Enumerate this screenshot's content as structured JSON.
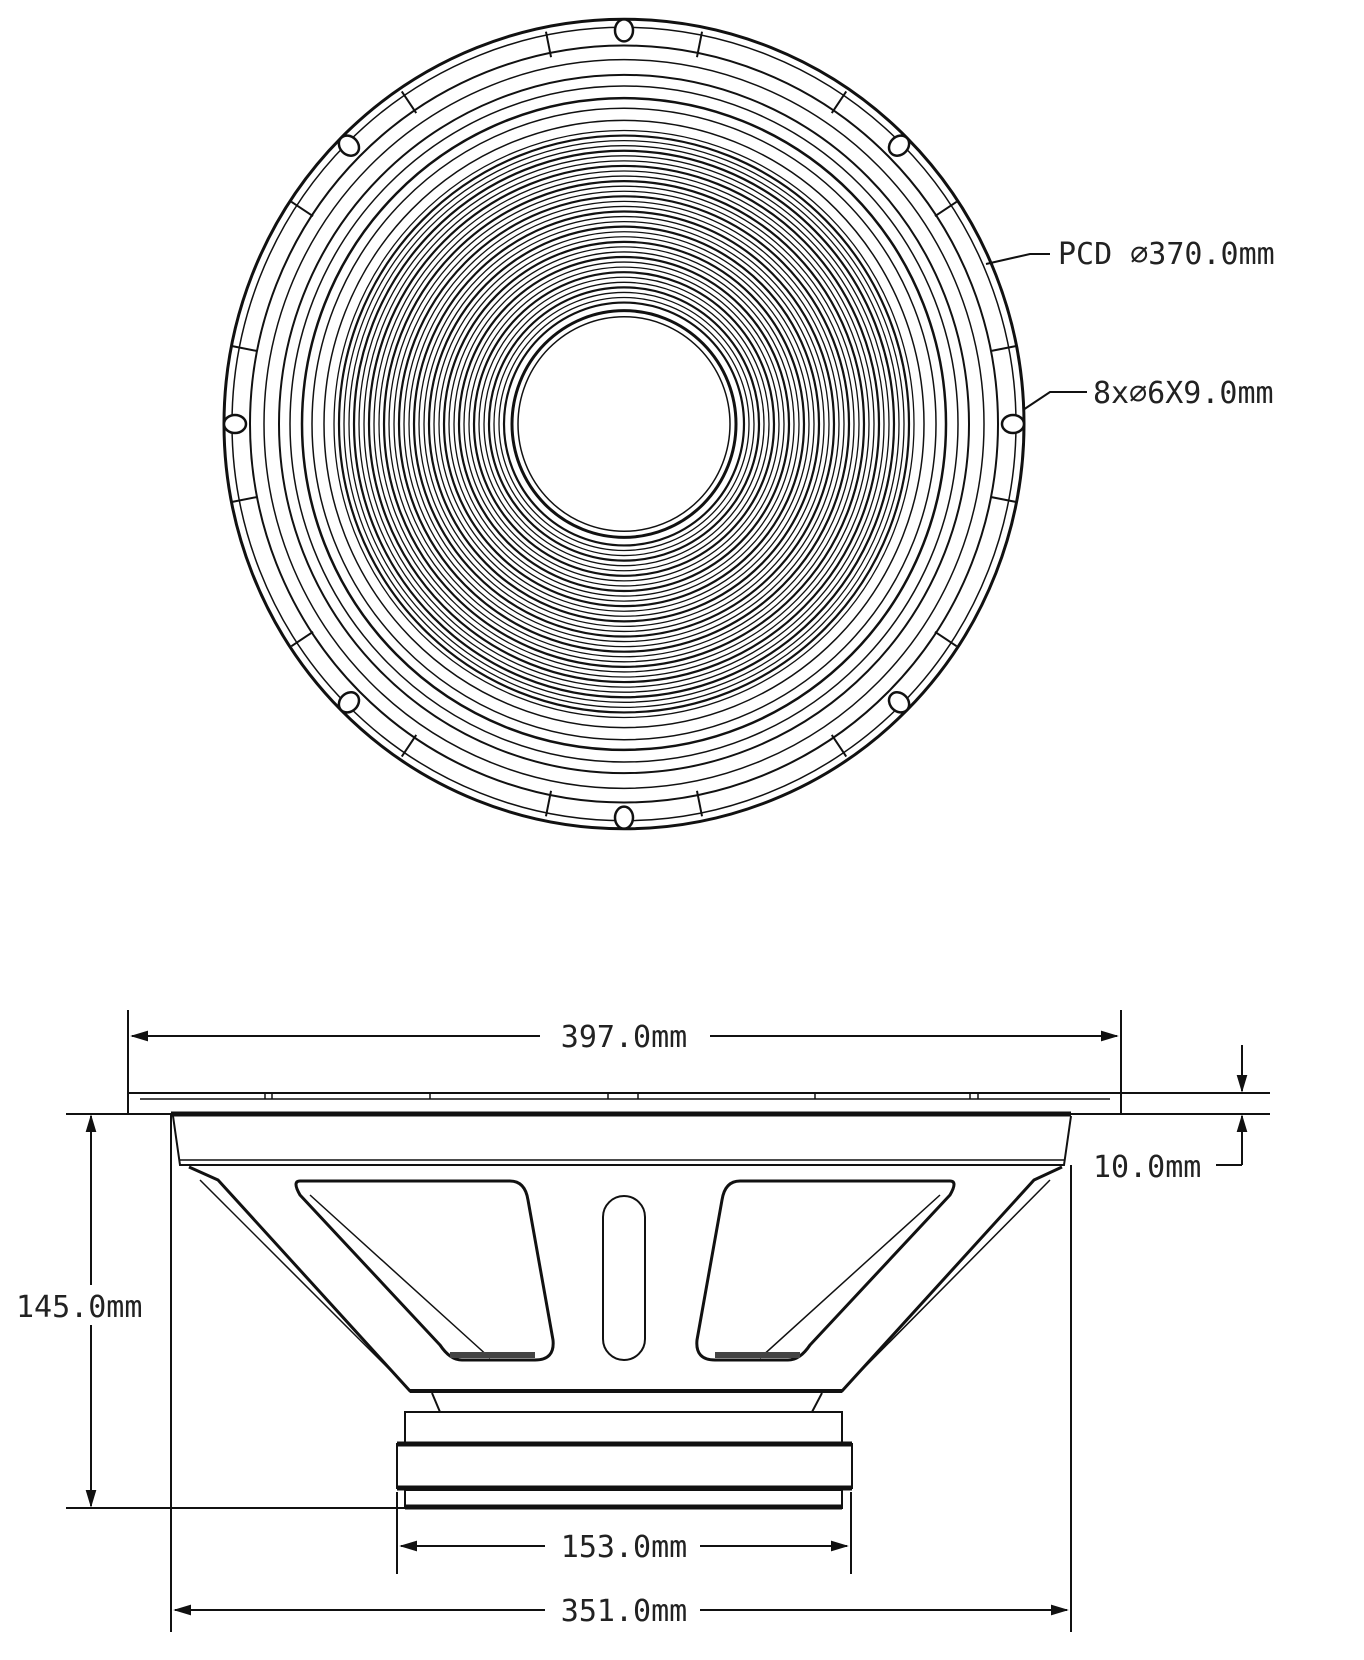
{
  "top_view": {
    "pcd_label": "PCD  ⌀370.0mm",
    "holes_label": "8x⌀6X9.0mm"
  },
  "side_view": {
    "overall_diameter_label": "397.0mm",
    "flange_thickness_label": "10.0mm",
    "depth_label": "145.0mm",
    "magnet_diameter_label": "153.0mm",
    "basket_diameter_label": "351.0mm"
  },
  "colors": {
    "line": "#111111",
    "background": "#ffffff"
  }
}
